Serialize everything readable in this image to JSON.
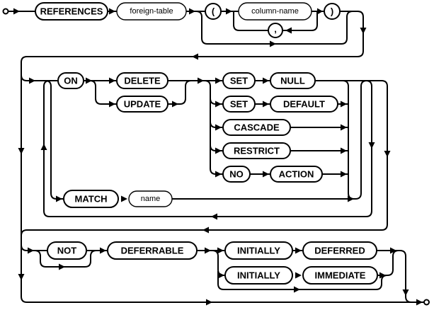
{
  "diagram": {
    "kind": "railroad-syntax-diagram",
    "colors": {
      "line": "#000000",
      "background": "#ffffff",
      "bubble_fill": "#ffffff"
    },
    "nodes": {
      "references": {
        "label": "REFERENCES",
        "type": "keyword"
      },
      "foreign_table": {
        "label": "foreign-table",
        "type": "nonterminal"
      },
      "open_paren": {
        "label": "(",
        "type": "keyword"
      },
      "column_name": {
        "label": "column-name",
        "type": "nonterminal"
      },
      "comma": {
        "label": ",",
        "type": "keyword"
      },
      "close_paren": {
        "label": ")",
        "type": "keyword"
      },
      "on": {
        "label": "ON",
        "type": "keyword"
      },
      "delete": {
        "label": "DELETE",
        "type": "keyword"
      },
      "update": {
        "label": "UPDATE",
        "type": "keyword"
      },
      "set": {
        "label": "SET",
        "type": "keyword"
      },
      "null": {
        "label": "NULL",
        "type": "keyword"
      },
      "default": {
        "label": "DEFAULT",
        "type": "keyword"
      },
      "cascade": {
        "label": "CASCADE",
        "type": "keyword"
      },
      "restrict": {
        "label": "RESTRICT",
        "type": "keyword"
      },
      "no": {
        "label": "NO",
        "type": "keyword"
      },
      "action": {
        "label": "ACTION",
        "type": "keyword"
      },
      "match": {
        "label": "MATCH",
        "type": "keyword"
      },
      "name": {
        "label": "name",
        "type": "nonterminal"
      },
      "not": {
        "label": "NOT",
        "type": "keyword"
      },
      "deferrable": {
        "label": "DEFERRABLE",
        "type": "keyword"
      },
      "initially": {
        "label": "INITIALLY",
        "type": "keyword"
      },
      "deferred": {
        "label": "DEFERRED",
        "type": "keyword"
      },
      "immediate": {
        "label": "IMMEDIATE",
        "type": "keyword"
      }
    }
  }
}
